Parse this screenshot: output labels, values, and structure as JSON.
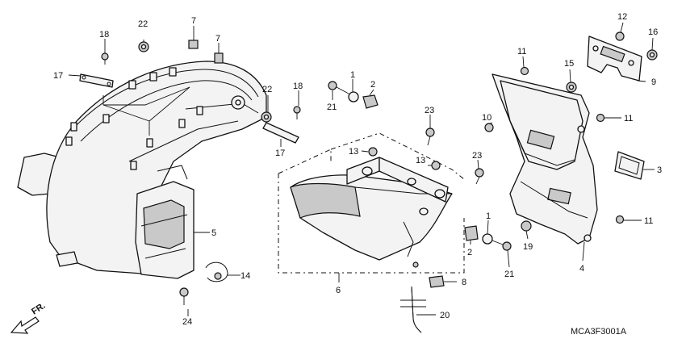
{
  "diagram_code": "MCA3F3001A",
  "direction_label": "FR.",
  "callouts": {
    "c1a": "1",
    "c1b": "1",
    "c2a": "2",
    "c2b": "2",
    "c3": "3",
    "c4": "4",
    "c5": "5",
    "c6": "6",
    "c7a": "7",
    "c7b": "7",
    "c8": "8",
    "c9": "9",
    "c10": "10",
    "c11a": "11",
    "c11b": "11",
    "c11c": "11",
    "c12": "12",
    "c13a": "13",
    "c13b": "13",
    "c14": "14",
    "c15": "15",
    "c16": "16",
    "c17a": "17",
    "c17b": "17",
    "c18a": "18",
    "c18b": "18",
    "c19": "19",
    "c20": "20",
    "c21a": "21",
    "c21b": "21",
    "c22a": "22",
    "c22b": "22",
    "c23a": "23",
    "c23b": "23",
    "c24": "24"
  }
}
